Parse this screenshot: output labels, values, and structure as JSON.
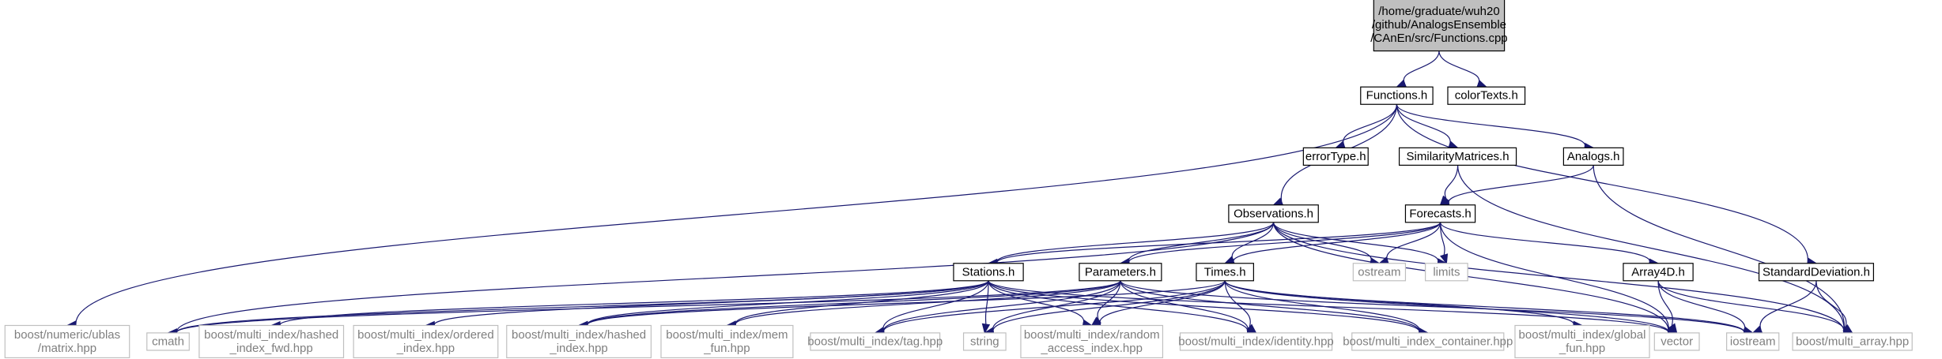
{
  "diagram": {
    "colors": {
      "background": "#ffffff",
      "edge": "#191970",
      "root_fill": "#bfbfbf",
      "node_border": "#000000",
      "external_border": "#bfbfbf",
      "external_text": "#7f7f7f",
      "text": "#000000"
    },
    "nodes": [
      {
        "id": "functions_cpp",
        "kind": "root",
        "lines": [
          "/home/graduate/wuh20",
          "/github/AnalogsEnsemble",
          "/CAnEn/src/Functions.cpp"
        ]
      },
      {
        "id": "functions_h",
        "kind": "header",
        "lines": [
          "Functions.h"
        ]
      },
      {
        "id": "colortexts_h",
        "kind": "header",
        "lines": [
          "colorTexts.h"
        ]
      },
      {
        "id": "errortype_h",
        "kind": "header",
        "lines": [
          "errorType.h"
        ]
      },
      {
        "id": "similaritymatrices_h",
        "kind": "header",
        "lines": [
          "SimilarityMatrices.h"
        ]
      },
      {
        "id": "analogs_h",
        "kind": "header",
        "lines": [
          "Analogs.h"
        ]
      },
      {
        "id": "observations_h",
        "kind": "header",
        "lines": [
          "Observations.h"
        ]
      },
      {
        "id": "forecasts_h",
        "kind": "header",
        "lines": [
          "Forecasts.h"
        ]
      },
      {
        "id": "standarddeviation_h",
        "kind": "header",
        "lines": [
          "StandardDeviation.h"
        ]
      },
      {
        "id": "stations_h",
        "kind": "header",
        "lines": [
          "Stations.h"
        ]
      },
      {
        "id": "parameters_h",
        "kind": "header",
        "lines": [
          "Parameters.h"
        ]
      },
      {
        "id": "times_h",
        "kind": "header",
        "lines": [
          "Times.h"
        ]
      },
      {
        "id": "array4d_h",
        "kind": "header",
        "lines": [
          "Array4D.h"
        ]
      },
      {
        "id": "ostream",
        "kind": "external",
        "lines": [
          "ostream"
        ]
      },
      {
        "id": "limits",
        "kind": "external",
        "lines": [
          "limits"
        ]
      },
      {
        "id": "ublas_matrix",
        "kind": "external",
        "lines": [
          "boost/numeric/ublas",
          "/matrix.hpp"
        ]
      },
      {
        "id": "cmath",
        "kind": "external",
        "lines": [
          "cmath"
        ]
      },
      {
        "id": "hashed_index_fwd",
        "kind": "external",
        "lines": [
          "boost/multi_index/hashed",
          "_index_fwd.hpp"
        ]
      },
      {
        "id": "ordered_index",
        "kind": "external",
        "lines": [
          "boost/multi_index/ordered",
          "_index.hpp"
        ]
      },
      {
        "id": "hashed_index",
        "kind": "external",
        "lines": [
          "boost/multi_index/hashed",
          "_index.hpp"
        ]
      },
      {
        "id": "mem_fun",
        "kind": "external",
        "lines": [
          "boost/multi_index/mem",
          "_fun.hpp"
        ]
      },
      {
        "id": "tag_hpp",
        "kind": "external",
        "lines": [
          "boost/multi_index/tag.hpp"
        ]
      },
      {
        "id": "string",
        "kind": "external",
        "lines": [
          "string"
        ]
      },
      {
        "id": "random_access",
        "kind": "external",
        "lines": [
          "boost/multi_index/random",
          "_access_index.hpp"
        ]
      },
      {
        "id": "identity_hpp",
        "kind": "external",
        "lines": [
          "boost/multi_index/identity.hpp"
        ]
      },
      {
        "id": "container_hpp",
        "kind": "external",
        "lines": [
          "boost/multi_index_container.hpp"
        ]
      },
      {
        "id": "global_fun",
        "kind": "external",
        "lines": [
          "boost/multi_index/global",
          "_fun.hpp"
        ]
      },
      {
        "id": "vector",
        "kind": "external",
        "lines": [
          "vector"
        ]
      },
      {
        "id": "iostream",
        "kind": "external",
        "lines": [
          "iostream"
        ]
      },
      {
        "id": "multi_array",
        "kind": "external",
        "lines": [
          "boost/multi_array.hpp"
        ]
      }
    ],
    "edges": [
      [
        "functions_cpp",
        "functions_h"
      ],
      [
        "functions_cpp",
        "colortexts_h"
      ],
      [
        "functions_h",
        "ublas_matrix"
      ],
      [
        "functions_h",
        "observations_h"
      ],
      [
        "functions_h",
        "errortype_h"
      ],
      [
        "functions_h",
        "similaritymatrices_h"
      ],
      [
        "functions_h",
        "analogs_h"
      ],
      [
        "functions_h",
        "standarddeviation_h"
      ],
      [
        "similaritymatrices_h",
        "forecasts_h"
      ],
      [
        "similaritymatrices_h",
        "multi_array"
      ],
      [
        "analogs_h",
        "forecasts_h"
      ],
      [
        "analogs_h",
        "multi_array"
      ],
      [
        "observations_h",
        "stations_h"
      ],
      [
        "observations_h",
        "parameters_h"
      ],
      [
        "observations_h",
        "times_h"
      ],
      [
        "observations_h",
        "ostream"
      ],
      [
        "observations_h",
        "limits"
      ],
      [
        "observations_h",
        "cmath"
      ],
      [
        "observations_h",
        "vector"
      ],
      [
        "observations_h",
        "multi_array"
      ],
      [
        "forecasts_h",
        "stations_h"
      ],
      [
        "forecasts_h",
        "parameters_h"
      ],
      [
        "forecasts_h",
        "times_h"
      ],
      [
        "forecasts_h",
        "ostream"
      ],
      [
        "forecasts_h",
        "limits"
      ],
      [
        "forecasts_h",
        "array4d_h"
      ],
      [
        "forecasts_h",
        "vector"
      ],
      [
        "standarddeviation_h",
        "iostream"
      ],
      [
        "standarddeviation_h",
        "multi_array"
      ],
      [
        "array4d_h",
        "vector"
      ],
      [
        "array4d_h",
        "iostream"
      ],
      [
        "array4d_h",
        "multi_array"
      ],
      [
        "stations_h",
        "cmath"
      ],
      [
        "stations_h",
        "hashed_index_fwd"
      ],
      [
        "stations_h",
        "ordered_index"
      ],
      [
        "stations_h",
        "hashed_index"
      ],
      [
        "stations_h",
        "mem_fun"
      ],
      [
        "stations_h",
        "tag_hpp"
      ],
      [
        "stations_h",
        "string"
      ],
      [
        "stations_h",
        "random_access"
      ],
      [
        "stations_h",
        "identity_hpp"
      ],
      [
        "stations_h",
        "container_hpp"
      ],
      [
        "stations_h",
        "vector"
      ],
      [
        "parameters_h",
        "cmath"
      ],
      [
        "parameters_h",
        "hashed_index"
      ],
      [
        "parameters_h",
        "mem_fun"
      ],
      [
        "parameters_h",
        "tag_hpp"
      ],
      [
        "parameters_h",
        "string"
      ],
      [
        "parameters_h",
        "random_access"
      ],
      [
        "parameters_h",
        "identity_hpp"
      ],
      [
        "parameters_h",
        "container_hpp"
      ],
      [
        "parameters_h",
        "iostream"
      ],
      [
        "times_h",
        "hashed_index"
      ],
      [
        "times_h",
        "tag_hpp"
      ],
      [
        "times_h",
        "string"
      ],
      [
        "times_h",
        "random_access"
      ],
      [
        "times_h",
        "identity_hpp"
      ],
      [
        "times_h",
        "container_hpp"
      ],
      [
        "times_h",
        "global_fun"
      ],
      [
        "times_h",
        "vector"
      ],
      [
        "times_h",
        "iostream"
      ]
    ]
  }
}
